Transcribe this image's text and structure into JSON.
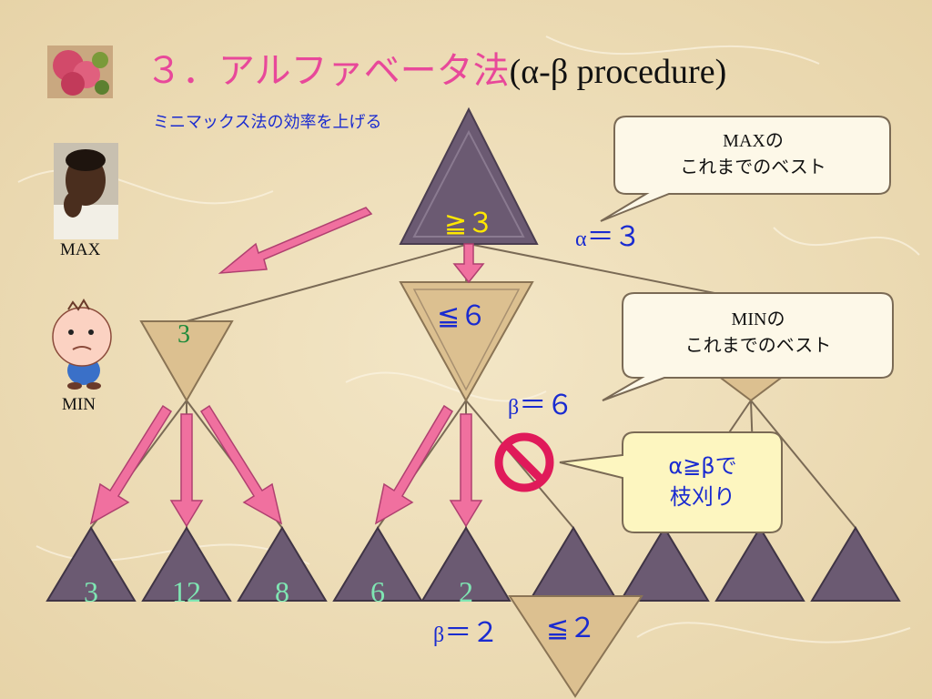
{
  "title": {
    "main": "３．アルファベータ法",
    "sub": "(α-β procedure)"
  },
  "subtitle": "ミニマックス法の効率を上げる",
  "roles": {
    "max": "MAX",
    "min": "MIN"
  },
  "bubbles": {
    "alpha_note": {
      "line1_en": "MAX",
      "line1_jp": "の",
      "line2": "これまでのベスト"
    },
    "beta_note": {
      "line1_en": "MIN",
      "line1_jp": "の",
      "line2": "これまでのベスト"
    },
    "prune_note": {
      "line1": "α≧βで",
      "line2": "枝刈り"
    }
  },
  "labels": {
    "alpha": {
      "greek": "α",
      "rest": "＝３"
    },
    "beta_top": {
      "greek": "β",
      "rest": "＝６"
    },
    "beta_bottom": {
      "greek": "β",
      "rest": "＝２"
    }
  },
  "nodes": {
    "root": "≧３",
    "min_left": "3",
    "min_mid": "≦６",
    "min_sub": "≦２"
  },
  "leaves": [
    "3",
    "12",
    "8",
    "6",
    "2"
  ],
  "colors": {
    "title": "#e8489a",
    "blue_text": "#1a2bd0",
    "max_triangle": "#6b5a72",
    "min_triangle": "#dcc090",
    "arrow": "#f0709f",
    "line": "#7a6a55",
    "leaf_text": "#7fe6b3",
    "bubble_fill": "#fdf8e8",
    "prune_bubble_fill": "#fdf6c0",
    "prohibit": "#e01a5a"
  },
  "icons": {
    "logo": "flower-icon",
    "max_player": "man-portrait-icon",
    "min_player": "cartoon-boy-icon",
    "prune": "prohibit-icon"
  }
}
